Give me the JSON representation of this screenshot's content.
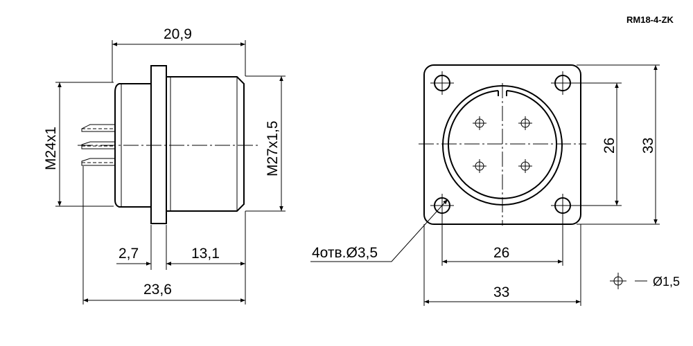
{
  "model": "RM18-4-ZK",
  "side_view": {
    "dim_top": "20,9",
    "dim_left": "M24x1",
    "dim_right": "M27x1,5",
    "dim_flange": "2,7",
    "dim_body": "13,1",
    "dim_total": "23,6"
  },
  "front_view": {
    "dim_pitch_v": "26",
    "dim_width_v": "33",
    "dim_pitch_h": "26",
    "dim_width_h": "33",
    "holes_note": "4отв.Ø3,5"
  },
  "legend": {
    "symbol_icon": "pin-crosshair-icon",
    "text": "Ø1,5"
  }
}
